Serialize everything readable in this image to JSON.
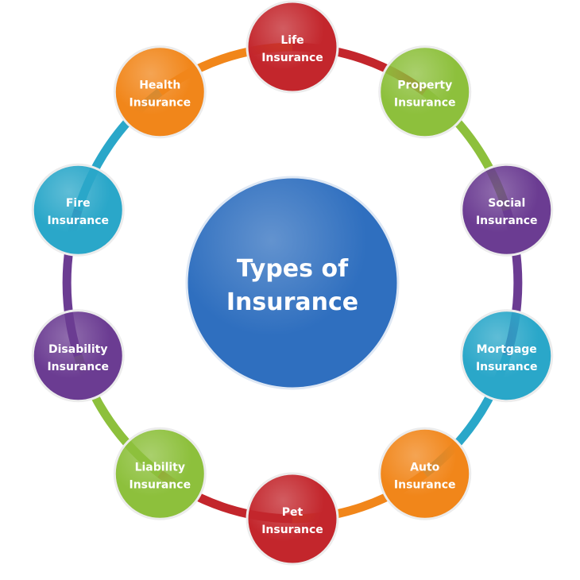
{
  "center": {
    "line1": "Types of",
    "line2": "Insurance",
    "color": "#2f6fbf"
  },
  "nodes": [
    {
      "line1": "Life",
      "line2": "Insurance",
      "color": "#c3262c"
    },
    {
      "line1": "Property",
      "line2": "Insurance",
      "color": "#8dc03c"
    },
    {
      "line1": "Social",
      "line2": "Insurance",
      "color": "#6b3c92"
    },
    {
      "line1": "Mortgage",
      "line2": "Insurance",
      "color": "#2aa7c9"
    },
    {
      "line1": "Auto",
      "line2": "Insurance",
      "color": "#f1861a"
    },
    {
      "line1": "Pet",
      "line2": "Insurance",
      "color": "#c3262c"
    },
    {
      "line1": "Liability",
      "line2": "Insurance",
      "color": "#8dc03c"
    },
    {
      "line1": "Disability",
      "line2": "Insurance",
      "color": "#6b3c92"
    },
    {
      "line1": "Fire",
      "line2": "Insurance",
      "color": "#2aa7c9"
    },
    {
      "line1": "Health",
      "line2": "Insurance",
      "color": "#f1861a"
    }
  ]
}
